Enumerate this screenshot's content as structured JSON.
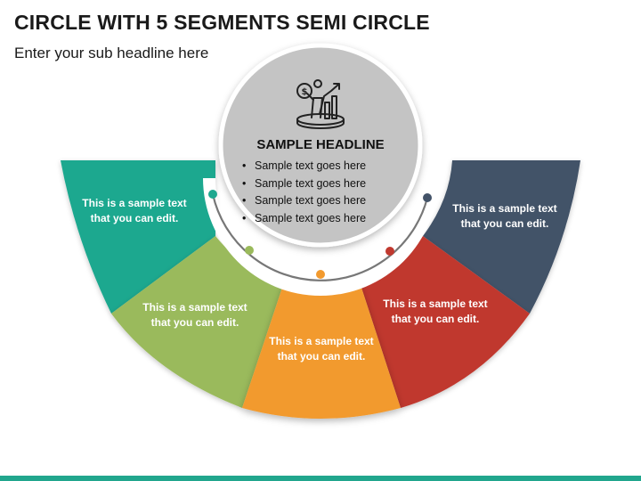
{
  "header": {
    "title": "CIRCLE WITH 5 SEGMENTS SEMI CIRCLE",
    "subtitle": "Enter your sub headline here"
  },
  "center": {
    "icon": "growth-chart-person-icon",
    "headline": "SAMPLE HEADLINE",
    "bullets": [
      "Sample text goes here",
      "Sample text goes here",
      "Sample text goes here",
      "Sample text goes here"
    ]
  },
  "segments": [
    {
      "text": "This is a sample text that you can edit.",
      "color": "#1ea88f"
    },
    {
      "text": "This is a sample text that you can edit.",
      "color": "#9aba5b"
    },
    {
      "text": "This is a sample text that you can edit.",
      "color": "#f29a2e"
    },
    {
      "text": "This is a sample text that you can edit.",
      "color": "#c0392f"
    },
    {
      "text": "This is a sample text that you can edit.",
      "color": "#435368"
    }
  ],
  "colors": {
    "accent_bar": "#21a68d",
    "center_circle": "#c4c4c4",
    "arc_line": "#777777"
  }
}
